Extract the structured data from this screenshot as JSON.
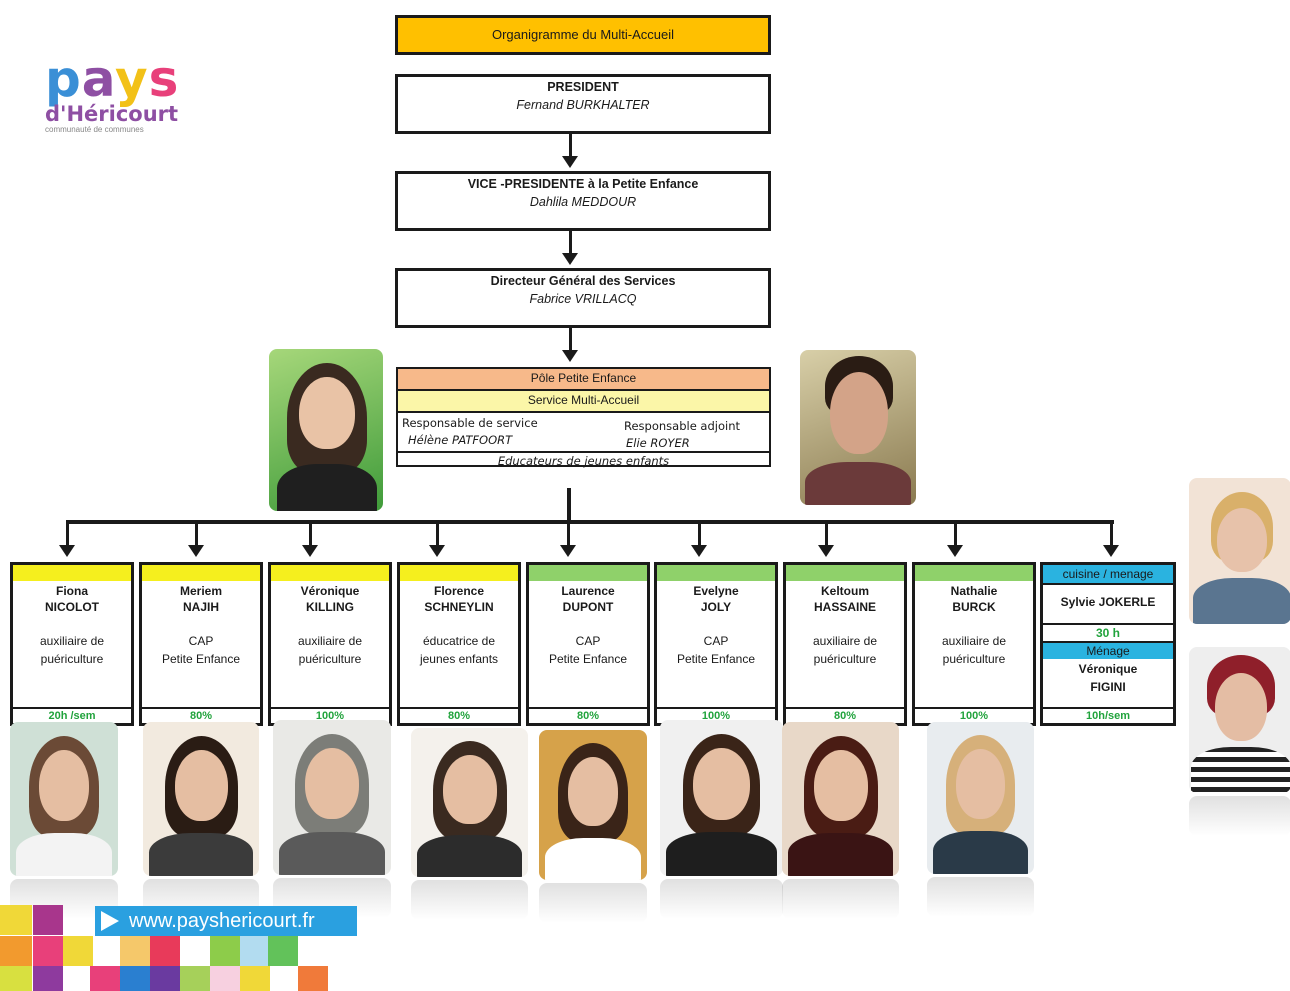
{
  "logo": {
    "line1": "pays",
    "line2": "d'Héricourt",
    "line3": "communauté de communes"
  },
  "title": "Organigramme du Multi-Accueil",
  "hierarchy": [
    {
      "role": "PRESIDENT",
      "name": "Fernand BURKHALTER"
    },
    {
      "role": "VICE -PRESIDENTE à la Petite Enfance",
      "name": "Dahlila MEDDOUR"
    },
    {
      "role": "Directeur Général des Services",
      "name": "Fabrice VRILLACQ"
    }
  ],
  "pole": {
    "line1": "Pôle Petite Enfance",
    "line2": "Service Multi-Accueil",
    "resp_label": "Responsable de service",
    "resp_name": "Hélène PATFOORT",
    "adj_label": "Responsable adjoint",
    "adj_name": "Elie ROYER",
    "footer": "Educateurs de jeunes enfants"
  },
  "staff": [
    {
      "first": "Fiona",
      "last": "NICOLOT",
      "job1": "auxiliaire de",
      "job2": "puériculture",
      "time": "20h /sem",
      "band": "#f5ef1e"
    },
    {
      "first": "Meriem",
      "last": "NAJIH",
      "job1": "CAP",
      "job2": "Petite Enfance",
      "time": "80%",
      "band": "#f5ef1e"
    },
    {
      "first": "Véronique",
      "last": "KILLING",
      "job1": "auxiliaire de",
      "job2": "puériculture",
      "time": "100%",
      "band": "#f5ef1e"
    },
    {
      "first": "Florence",
      "last": "SCHNEYLIN",
      "job1": "éducatrice de",
      "job2": "jeunes enfants",
      "time": "80%",
      "band": "#f5ef1e"
    },
    {
      "first": "Laurence",
      "last": "DUPONT",
      "job1": "CAP",
      "job2": "Petite Enfance",
      "time": "80%",
      "band": "#8fd16a"
    },
    {
      "first": "Evelyne",
      "last": "JOLY",
      "job1": "CAP",
      "job2": "Petite Enfance",
      "time": "100%",
      "band": "#8fd16a"
    },
    {
      "first": "Keltoum",
      "last": "HASSAINE",
      "job1": "auxiliaire de",
      "job2": "puériculture",
      "time": "80%",
      "band": "#8fd16a"
    },
    {
      "first": "Nathalie",
      "last": "BURCK",
      "job1": "auxiliaire de",
      "job2": "puériculture",
      "time": "100%",
      "band": "#8fd16a"
    }
  ],
  "cuisine": {
    "header": "cuisine / menage",
    "name1": "Sylvie JOKERLE",
    "time1": "30 h",
    "header2": "Ménage",
    "name2a": "Véronique",
    "name2b": "FIGINI",
    "time2": "10h/sem"
  },
  "website": "www.payshericourt.fr",
  "colors": {
    "title_bg": "#ffc000",
    "pole_orange": "#f7b98a",
    "pole_yellow": "#fbf6a8",
    "band_yellow": "#f5ef1e",
    "band_green": "#8fd16a",
    "cuisine_blue": "#2ab3e0",
    "time_green": "#21a33c",
    "logo_blue": "#3a8fd6",
    "logo_pink": "#e8407a",
    "logo_yellow": "#f2c118",
    "logo_purple": "#8e4fa3"
  }
}
